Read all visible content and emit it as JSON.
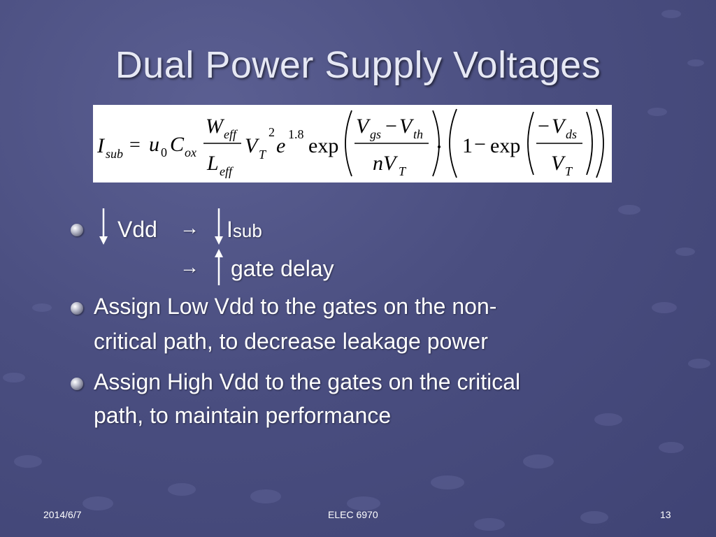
{
  "slide": {
    "title": "Dual Power Supply Voltages",
    "formula_description": "",
    "line1": {
      "vdd_label": "Vdd",
      "arrow": "→",
      "isub_i": "I",
      "isub_label": "sub"
    },
    "line2": {
      "arrow": "→",
      "label": "gate delay"
    },
    "bullets": [
      {
        "line1": "Assign Low Vdd to the gates on the non-",
        "line2": "critical path, to decrease leakage power"
      },
      {
        "line1": "Assign High Vdd to the gates on the critical",
        "line2": "path, to maintain performance"
      }
    ]
  },
  "footer": {
    "date": "2014/6/7",
    "course": "ELEC 6970",
    "page": "13"
  }
}
